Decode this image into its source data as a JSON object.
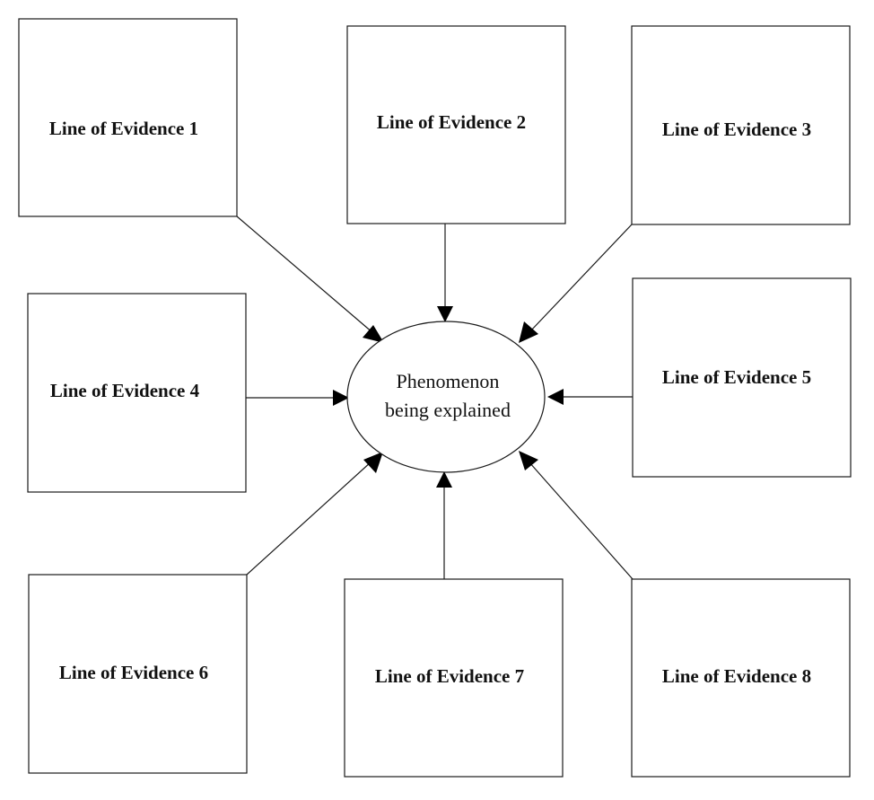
{
  "diagram": {
    "center": {
      "line1": "Phenomenon",
      "line2": "being explained"
    },
    "boxes": [
      {
        "id": "1",
        "label": "Line of Evidence 1"
      },
      {
        "id": "2",
        "label": "Line of Evidence 2"
      },
      {
        "id": "3",
        "label": "Line of Evidence 3"
      },
      {
        "id": "4",
        "label": "Line of Evidence 4"
      },
      {
        "id": "5",
        "label": "Line of Evidence 5"
      },
      {
        "id": "6",
        "label": "Line of Evidence 6"
      },
      {
        "id": "7",
        "label": "Line of Evidence 7"
      },
      {
        "id": "8",
        "label": "Line of Evidence 8"
      }
    ],
    "colors": {
      "stroke": "#1a1a1a",
      "fill": "#ffffff",
      "text": "#111111"
    }
  }
}
